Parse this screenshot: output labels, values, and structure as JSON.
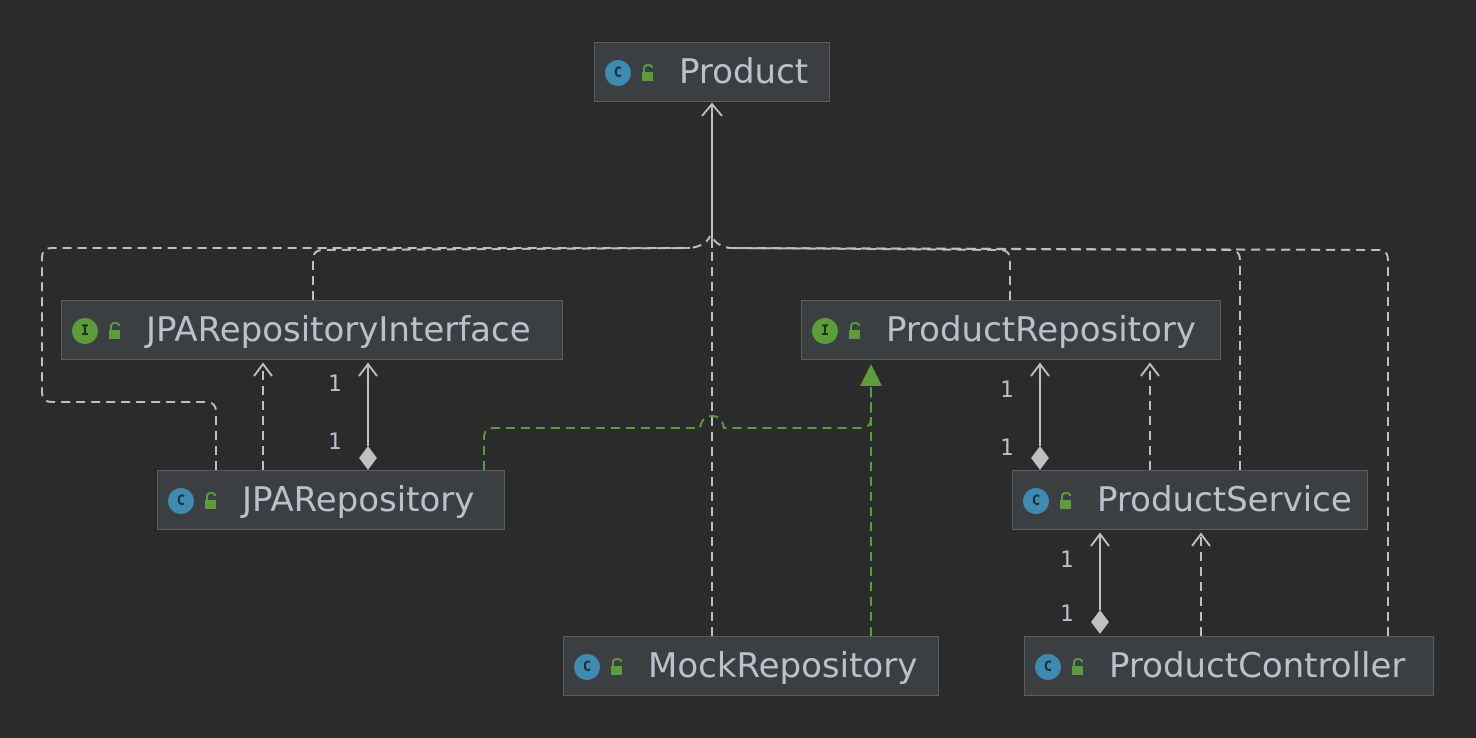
{
  "nodes": {
    "product": {
      "name": "Product",
      "kind": "class",
      "badge": "C"
    },
    "jpa_repository_interface": {
      "name": "JPARepositoryInterface",
      "kind": "interface",
      "badge": "I"
    },
    "product_repository": {
      "name": "ProductRepository",
      "kind": "interface",
      "badge": "I"
    },
    "jpa_repository": {
      "name": "JPARepository",
      "kind": "class",
      "badge": "C"
    },
    "product_service": {
      "name": "ProductService",
      "kind": "class",
      "badge": "C"
    },
    "mock_repository": {
      "name": "MockRepository",
      "kind": "class",
      "badge": "C"
    },
    "product_controller": {
      "name": "ProductController",
      "kind": "class",
      "badge": "C"
    }
  },
  "multiplicity": {
    "jpa_composition_target": "1",
    "jpa_composition_source": "1",
    "repo_composition_target": "1",
    "repo_composition_source": "1",
    "service_composition_target": "1",
    "service_composition_source": "1"
  },
  "colors": {
    "background": "#2b2b2b",
    "node_fill": "#3c3f41",
    "node_border": "#5b5d5f",
    "text": "#b7c2cc",
    "edge": "#c0c0c0",
    "realization_edge": "#5c9c3a",
    "class_badge": "#3e8ab0",
    "interface_badge": "#5c9c3a"
  },
  "edges": [
    {
      "from": "JPARepository",
      "to": "Product",
      "type": "dependency"
    },
    {
      "from": "JPARepositoryInterface",
      "to": "Product",
      "type": "dependency"
    },
    {
      "from": "MockRepository",
      "to": "Product",
      "type": "dependency"
    },
    {
      "from": "ProductRepository",
      "to": "Product",
      "type": "dependency"
    },
    {
      "from": "ProductService",
      "to": "Product",
      "type": "dependency"
    },
    {
      "from": "ProductController",
      "to": "Product",
      "type": "dependency"
    },
    {
      "from": "JPARepository",
      "to": "JPARepositoryInterface",
      "type": "dependency"
    },
    {
      "from": "JPARepository",
      "to": "JPARepositoryInterface",
      "type": "composition"
    },
    {
      "from": "JPARepository",
      "to": "ProductRepository",
      "type": "realization"
    },
    {
      "from": "MockRepository",
      "to": "ProductRepository",
      "type": "realization"
    },
    {
      "from": "ProductService",
      "to": "ProductRepository",
      "type": "composition"
    },
    {
      "from": "ProductService",
      "to": "ProductRepository",
      "type": "dependency"
    },
    {
      "from": "ProductController",
      "to": "ProductService",
      "type": "composition"
    },
    {
      "from": "ProductController",
      "to": "ProductService",
      "type": "dependency"
    }
  ]
}
